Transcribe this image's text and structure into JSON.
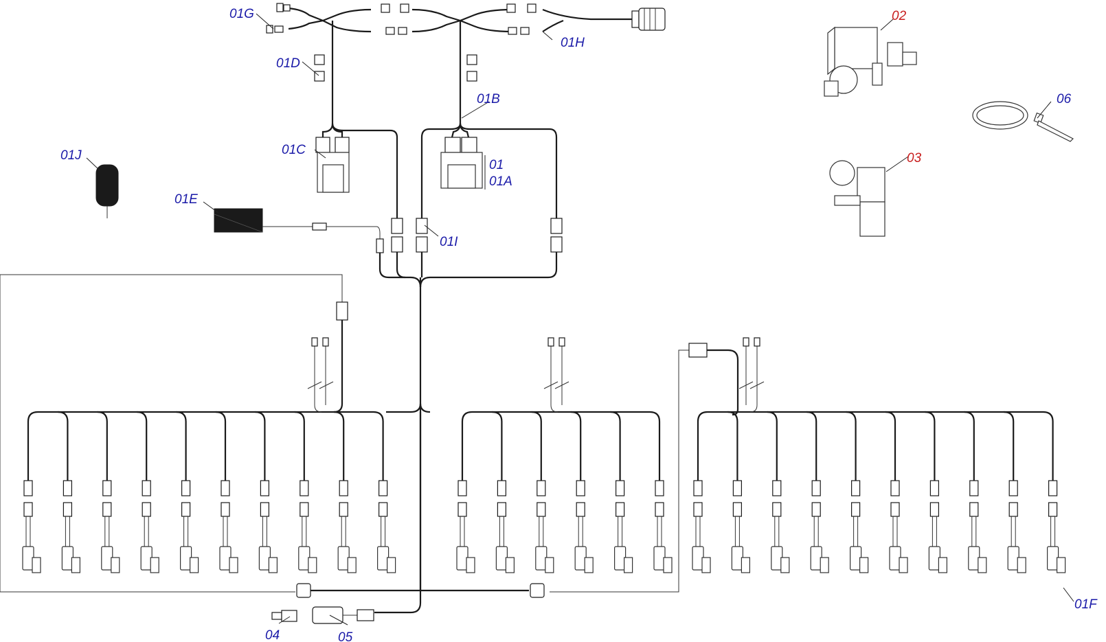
{
  "colors": {
    "callout_blue": "#1a1aa8",
    "callout_red": "#c81e1e",
    "line": "#1a1a1a"
  },
  "labels": {
    "c01G": "01G",
    "c01H": "01H",
    "c01D": "01D",
    "c01B": "01B",
    "c01C": "01C",
    "c01": "01",
    "c01A": "01A",
    "c01J": "01J",
    "c01E": "01E",
    "c01I": "01I",
    "c01F": "01F",
    "c02": "02",
    "c03": "03",
    "c04": "04",
    "c05": "05",
    "c06": "06"
  }
}
